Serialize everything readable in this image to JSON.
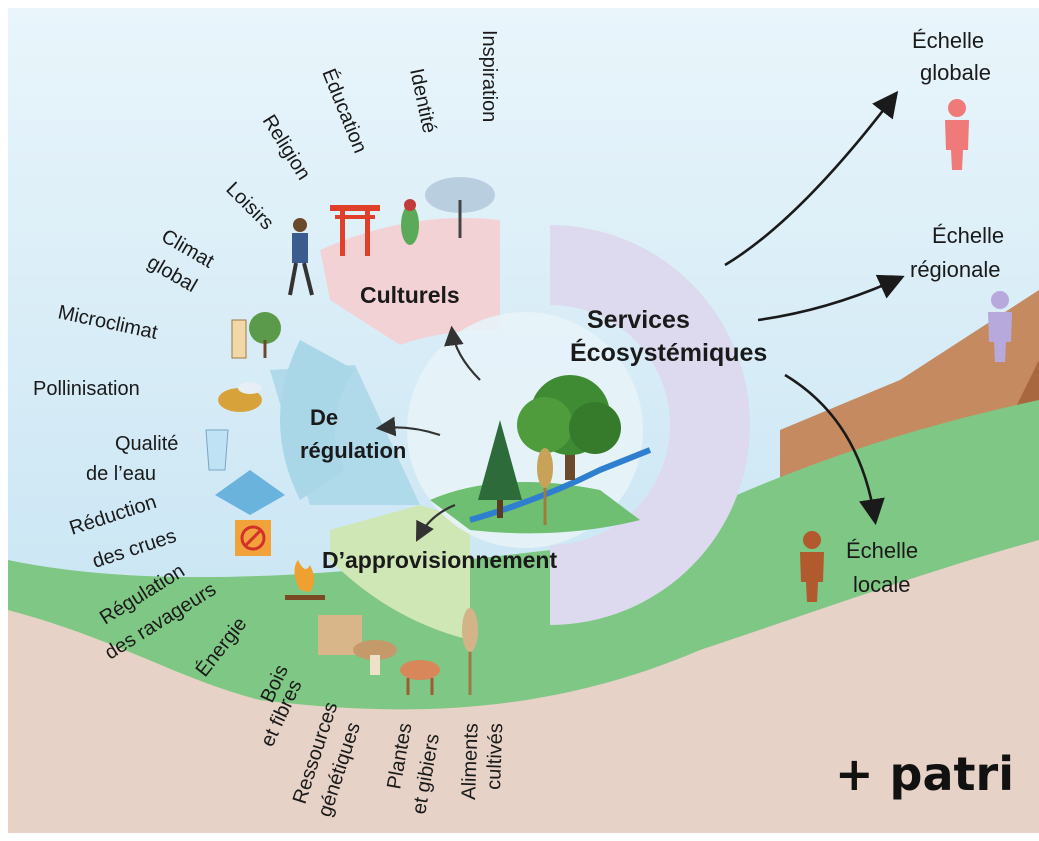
{
  "center": {
    "title_line1": "Services",
    "title_line2": "Écosystémiques"
  },
  "sectors": {
    "culturels": "Culturels",
    "regulation_line1": "De",
    "regulation_line2": "régulation",
    "approvisionnement": "D’approvisionnement"
  },
  "cultural_services": [
    "Loisirs",
    "Religion",
    "Éducation",
    "Identité",
    "Inspiration"
  ],
  "regulation_services": {
    "climat_global": [
      "Climat",
      "global"
    ],
    "microclimat": "Microclimat",
    "pollinisation": "Pollinisation",
    "qualite_eau": [
      "Qualité",
      "de l’eau"
    ],
    "reduction_crues": [
      "Réduction",
      "des crues"
    ],
    "regulation_ravageurs": [
      "Régulation",
      "des ravageurs"
    ]
  },
  "provisioning_services": {
    "energie": "Énergie",
    "bois_fibres": [
      "Bois",
      "et fibres"
    ],
    "ressources_genetiques": [
      "Ressources",
      "génétiques"
    ],
    "plantes_gibiers": [
      "Plantes",
      "et gibiers"
    ],
    "aliments_cultives": [
      "Aliments",
      "cultivés"
    ]
  },
  "scales": {
    "globale": [
      "Échelle",
      "globale"
    ],
    "regionale": [
      "Échelle",
      "régionale"
    ],
    "locale": [
      "Échelle",
      "locale"
    ]
  },
  "overlay_text": "+ patri",
  "colors": {
    "sky": "#cde6f3",
    "meadow": "#7fc784",
    "ground": "#e3cfc3",
    "mountain": "#b9794f",
    "culturels_sector": "#f3d2d6",
    "regulation_sector": "#a9d7e8",
    "approvisionnement_sector": "#cfe6b5",
    "services_ring": "#dcd8ec",
    "person_global": "#f07a7a",
    "person_regional": "#b7a9db",
    "person_local": "#b05a2e"
  }
}
